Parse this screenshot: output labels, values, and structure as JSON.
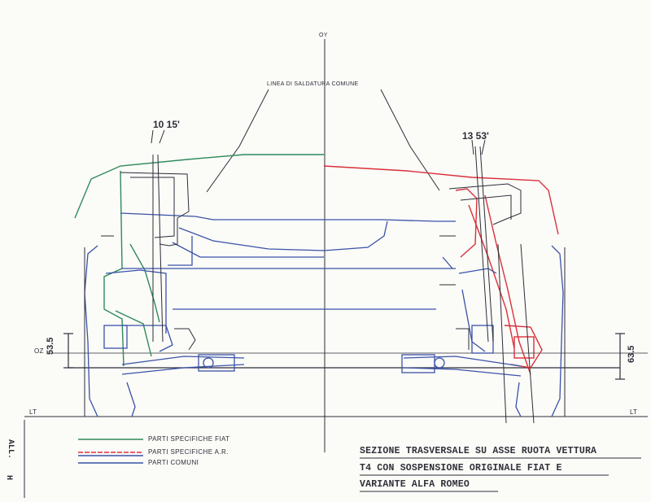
{
  "labels": {
    "oy": "OY",
    "weld_line": "LINEA DI SALDATURA COMUNE",
    "angle_left": "10 15'",
    "angle_right": "13 53'",
    "oz": "OZ",
    "lt_left": "LT",
    "lt_right": "LT",
    "dim_left": "53.5",
    "dim_right": "63.5"
  },
  "legend": {
    "items": [
      {
        "label": "PARTI SPECIFICHE FIAT",
        "color": "#2f8a5a"
      },
      {
        "label": "PARTI SPECIFICHE  A.R.",
        "color": "#d9303a"
      },
      {
        "label": "PARTI COMUNI",
        "color": "#3a52a8"
      }
    ]
  },
  "title": {
    "line1": "SEZIONE TRASVERSALE SU ASSE RUOTA VETTURA",
    "line2_sub": "T4",
    "line2_rest": "  CON SOSPENSIONE ORIGINALE FIAT E",
    "line3": "VARIANTE  ALFA ROMEO"
  },
  "side_tab": {
    "text1": "ALL.",
    "text2": "H"
  },
  "colors": {
    "fiat": "#2f8a5a",
    "alfa": "#d9303a",
    "common": "#3a52a8",
    "ink": "#2d2d38"
  }
}
